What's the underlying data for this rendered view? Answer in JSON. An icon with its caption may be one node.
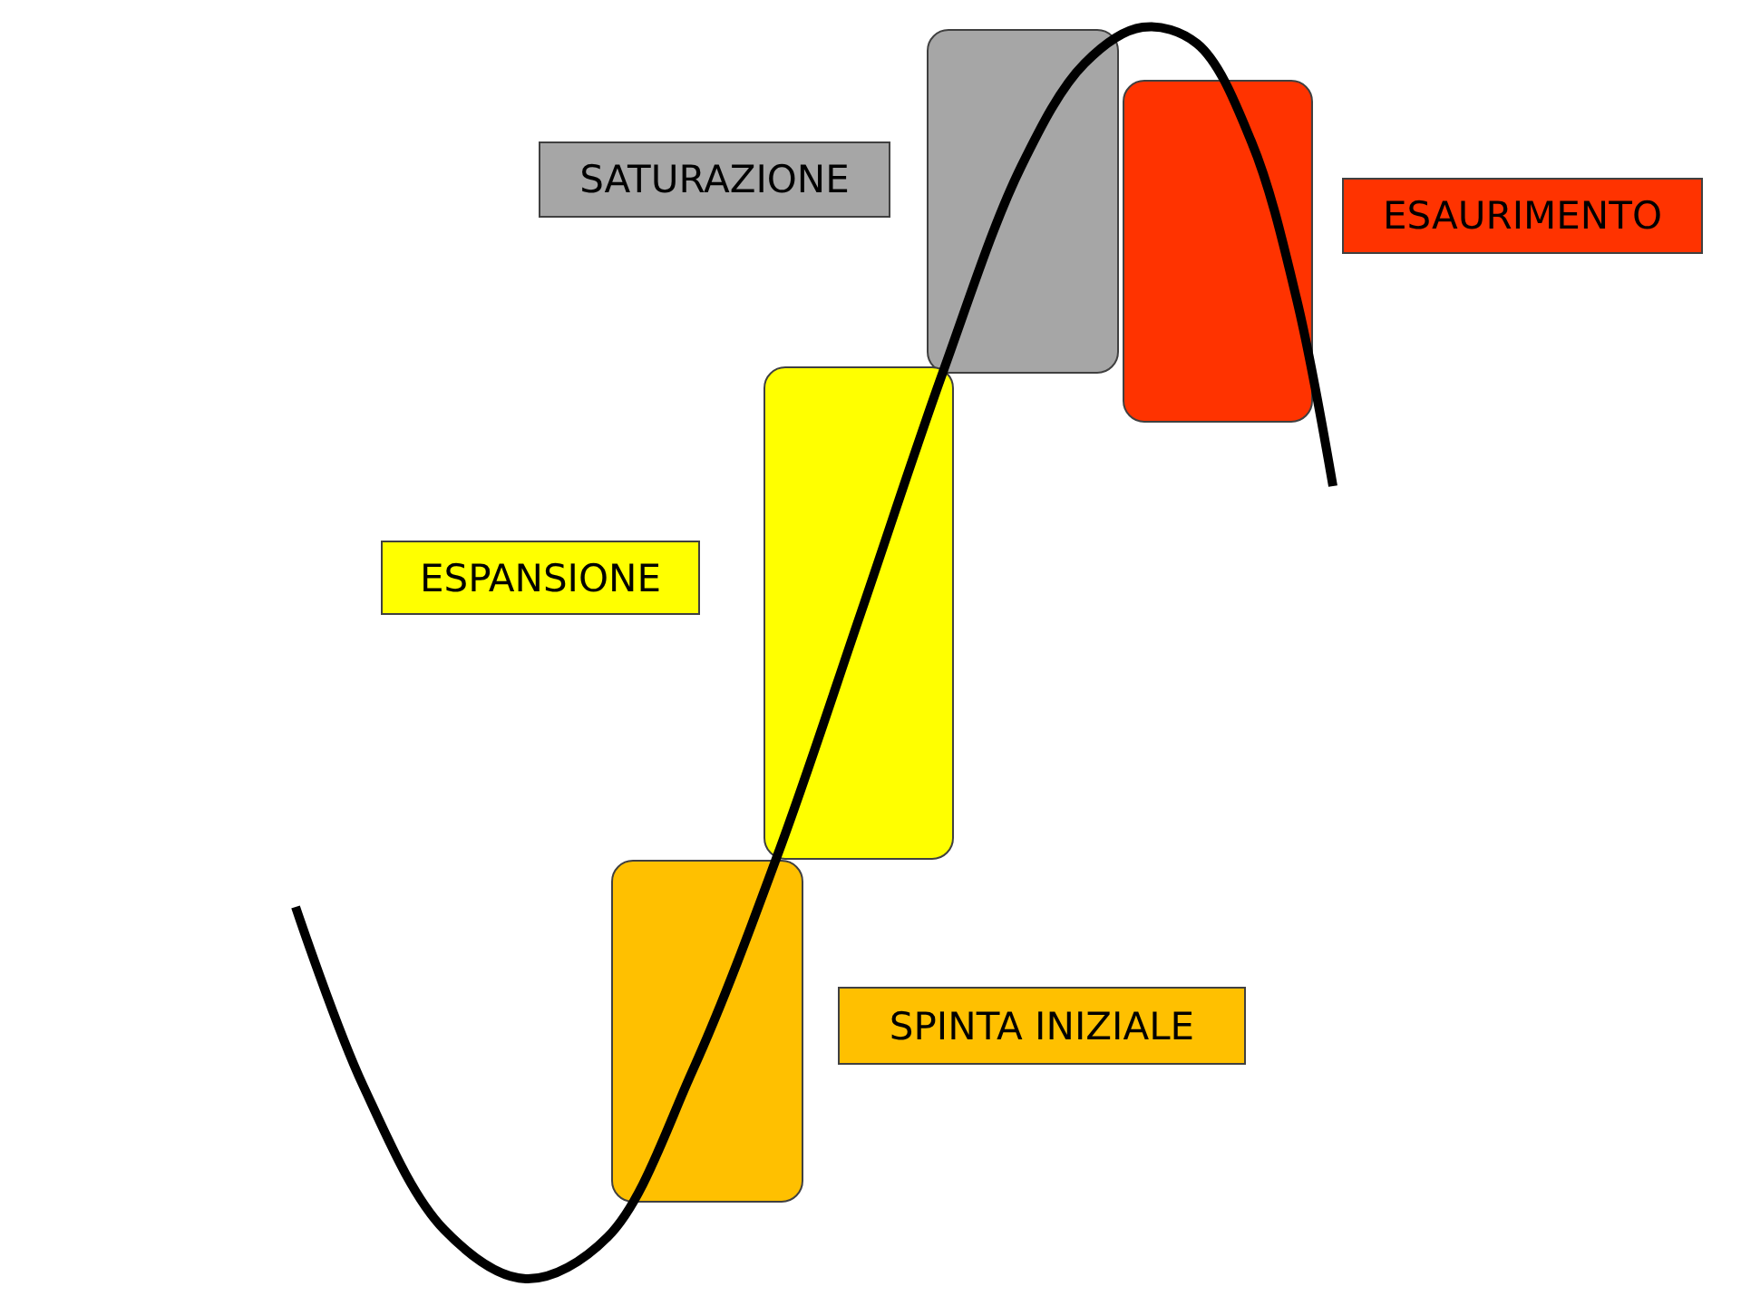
{
  "diagram": {
    "nodes": [
      {
        "text": [
          "SATURAZIONE"
        ]
      },
      {
        "text": [],
        "shape": "box"
      },
      {
        "text": [],
        "shape": "box"
      },
      {
        "text": [
          "ESAURIMENTO"
        ]
      },
      {
        "text": [],
        "shape": "box"
      },
      {
        "text": [
          "ESPANSIONE"
        ]
      },
      {
        "text": [],
        "shape": "box"
      },
      {
        "text": [
          "SPINTA INIZIALE"
        ]
      }
    ]
  }
}
